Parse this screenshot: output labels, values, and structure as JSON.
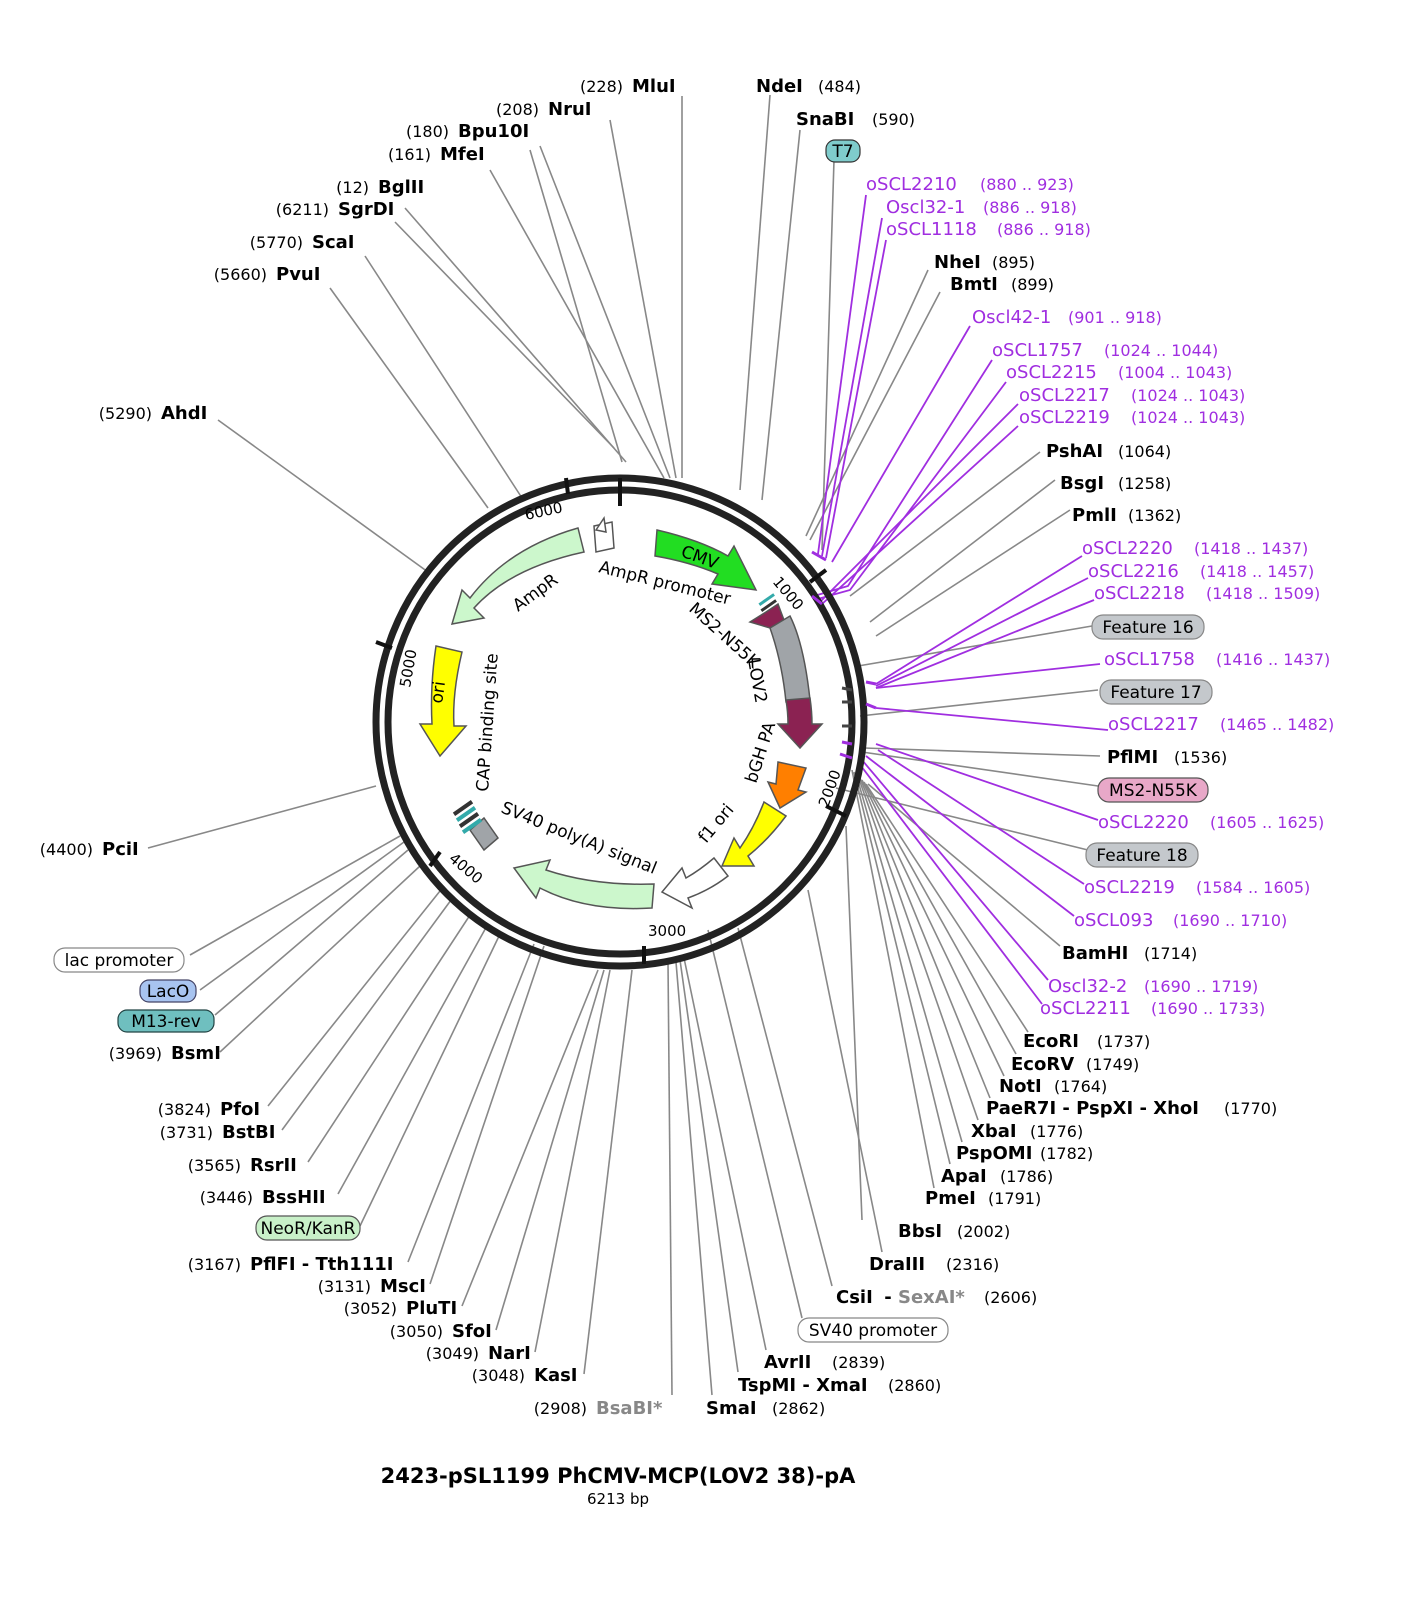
{
  "plasmid": {
    "name": "2423-pSL1199 PhCMV-MCP(LOV2 38)-pA",
    "length_label": "6213 bp"
  },
  "ticks": [
    "1000",
    "2000",
    "3000",
    "4000",
    "5000",
    "6000"
  ],
  "features": {
    "cmv": "CMV",
    "ampr_promoter": "AmpR promoter",
    "ms2": "MS2-N55K",
    "lov2": "LOV2",
    "bgh": "bGH PA",
    "f1": "f1 ori",
    "sv40pa": "SV40 poly(A) signal",
    "cap": "CAP binding site",
    "ori": "ori",
    "ampr": "AmpR"
  },
  "left_sites": [
    {
      "pos": "(228)",
      "name": "MluI"
    },
    {
      "pos": "(208)",
      "name": "NruI"
    },
    {
      "pos": "(180)",
      "name": "Bpu10I"
    },
    {
      "pos": "(161)",
      "name": "MfeI"
    },
    {
      "pos": "(12)",
      "name": "BglII"
    },
    {
      "pos": "(6211)",
      "name": "SgrDI"
    },
    {
      "pos": "(5770)",
      "name": "ScaI"
    },
    {
      "pos": "(5660)",
      "name": "PvuI"
    },
    {
      "pos": "(5290)",
      "name": "AhdI"
    },
    {
      "pos": "(4400)",
      "name": "PciI"
    },
    {
      "pos": "(3969)",
      "name": "BsmI"
    },
    {
      "pos": "(3824)",
      "name": "PfoI"
    },
    {
      "pos": "(3731)",
      "name": "BstBI"
    },
    {
      "pos": "(3565)",
      "name": "RsrII"
    },
    {
      "pos": "(3446)",
      "name": "BssHII"
    },
    {
      "pos": "(3167)",
      "name": "PflFI - Tth111I"
    },
    {
      "pos": "(3131)",
      "name": "MscI"
    },
    {
      "pos": "(3052)",
      "name": "PluTI"
    },
    {
      "pos": "(3050)",
      "name": "SfoI"
    },
    {
      "pos": "(3049)",
      "name": "NarI"
    },
    {
      "pos": "(3048)",
      "name": "KasI"
    }
  ],
  "bsabi": {
    "pos": "(2908)",
    "name": "BsaBI*"
  },
  "right_sites": [
    {
      "name": "NdeI",
      "pos": "(484)"
    },
    {
      "name": "SnaBI",
      "pos": "(590)"
    },
    {
      "name": "NheI",
      "pos": "(895)"
    },
    {
      "name": "BmtI",
      "pos": "(899)"
    },
    {
      "name": "PshAI",
      "pos": "(1064)"
    },
    {
      "name": "BsgI",
      "pos": "(1258)"
    },
    {
      "name": "PmlI",
      "pos": "(1362)"
    },
    {
      "name": "PflMI",
      "pos": "(1536)"
    },
    {
      "name": "BamHI",
      "pos": "(1714)"
    },
    {
      "name": "EcoRI",
      "pos": "(1737)"
    },
    {
      "name": "EcoRV",
      "pos": "(1749)"
    },
    {
      "name": "NotI",
      "pos": "(1764)"
    },
    {
      "name": "PaeR7I - PspXI - XhoI",
      "pos": "(1770)"
    },
    {
      "name": "XbaI",
      "pos": "(1776)"
    },
    {
      "name": "PspOMI",
      "pos": "(1782)"
    },
    {
      "name": "ApaI",
      "pos": "(1786)"
    },
    {
      "name": "PmeI",
      "pos": "(1791)"
    },
    {
      "name": "BbsI",
      "pos": "(2002)"
    },
    {
      "name": "DraIII",
      "pos": "(2316)"
    },
    {
      "name": "AvrII",
      "pos": "(2839)"
    },
    {
      "name": "TspMI - XmaI",
      "pos": "(2860)"
    },
    {
      "name": "SmaI",
      "pos": "(2862)"
    }
  ],
  "csii": {
    "name": "CsiI",
    "sep": " - ",
    "name2": "SexAI*",
    "pos": "(2606)"
  },
  "primers": [
    {
      "name": "oSCL2210",
      "range": "(880 .. 923)"
    },
    {
      "name": "Oscl32-1",
      "range": "(886 .. 918)"
    },
    {
      "name": "oSCL1118",
      "range": "(886 .. 918)"
    },
    {
      "name": "Oscl42-1",
      "range": "(901 .. 918)"
    },
    {
      "name": "oSCL1757",
      "range": "(1024 .. 1044)"
    },
    {
      "name": "oSCL2215",
      "range": "(1004 .. 1043)"
    },
    {
      "name": "oSCL2217",
      "range": "(1024 .. 1043)"
    },
    {
      "name": "oSCL2219",
      "range": "(1024 .. 1043)"
    },
    {
      "name": "oSCL2220",
      "range": "(1418 .. 1437)"
    },
    {
      "name": "oSCL2216",
      "range": "(1418 .. 1457)"
    },
    {
      "name": "oSCL2218",
      "range": "(1418 .. 1509)"
    },
    {
      "name": "oSCL1758",
      "range": "(1416 .. 1437)"
    },
    {
      "name": "oSCL2217",
      "range": "(1465 .. 1482)"
    },
    {
      "name": "oSCL2220",
      "range": "(1605 .. 1625)"
    },
    {
      "name": "oSCL2219",
      "range": "(1584 .. 1605)"
    },
    {
      "name": "oSCL093",
      "range": "(1690 .. 1710)"
    },
    {
      "name": "Oscl32-2",
      "range": "(1690 .. 1719)"
    },
    {
      "name": "oSCL2211",
      "range": "(1690 .. 1733)"
    }
  ],
  "badges": {
    "t7": "T7",
    "feature16": "Feature 16",
    "feature17": "Feature 17",
    "ms2_badge": "MS2-N55K",
    "feature18": "Feature 18",
    "lac_promoter": "lac promoter",
    "laco": "LacO",
    "m13rev": "M13-rev",
    "neo": "NeoR/KanR",
    "sv40_promoter": "SV40 promoter"
  },
  "colors": {
    "primer": "#a02ee0",
    "cmv": "#22dd22",
    "ms2": "#8b2252",
    "lov2": "#a0a4a8",
    "bgh": "#ff7f00",
    "yellow": "#ffff00",
    "ampr": "#ccf7cc",
    "t7": "#7fcccc",
    "laco": "#a8c4f0",
    "m13": "#6fbfbf",
    "ms2badge": "#e8a8c8",
    "featgray": "#c4c8cc",
    "neo": "#c8f0c8"
  }
}
